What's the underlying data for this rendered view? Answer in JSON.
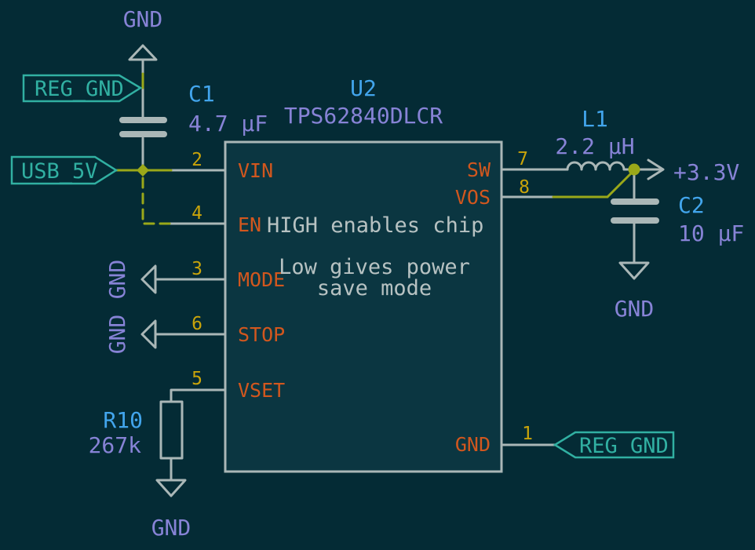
{
  "colors": {
    "background": "#042b35",
    "chip_fill": "#0b3641",
    "graphics": "#aab7b7",
    "wire": "#9aa819",
    "label_teal": "#31b0a2",
    "ref_blue": "#42a5ec",
    "value_purple": "#8783d6",
    "pin_name_orange": "#d2571e",
    "pin_number_yellow": "#c9a40a",
    "note_gray": "#b7c2c2"
  },
  "labels": {
    "gnd_top": "GND",
    "reg_gnd_left": "REG_GND",
    "usb_5v": "USB_5V",
    "gnd_mode": "GND",
    "gnd_stop": "GND",
    "gnd_r10": "GND",
    "gnd_c2": "GND",
    "plus_3v3": "+3.3V",
    "reg_gnd_right": "REG_GND"
  },
  "components": {
    "u2": {
      "ref": "U2",
      "value": "TPS62840DLCR",
      "note1": "HIGH enables chip",
      "note2": "Low gives power",
      "note3": "save mode",
      "pins_left": [
        {
          "num": "2",
          "name": "VIN"
        },
        {
          "num": "4",
          "name": "EN"
        },
        {
          "num": "3",
          "name": "MODE"
        },
        {
          "num": "6",
          "name": "STOP"
        },
        {
          "num": "5",
          "name": "VSET"
        }
      ],
      "pins_right": [
        {
          "num": "7",
          "name": "SW"
        },
        {
          "num": "8",
          "name": "VOS"
        },
        {
          "num": "1",
          "name": "GND"
        }
      ]
    },
    "c1": {
      "ref": "C1",
      "value": "4.7 µF"
    },
    "l1": {
      "ref": "L1",
      "value": "2.2 µH"
    },
    "c2": {
      "ref": "C2",
      "value": "10 µF"
    },
    "r10": {
      "ref": "R10",
      "value": "267k"
    }
  }
}
